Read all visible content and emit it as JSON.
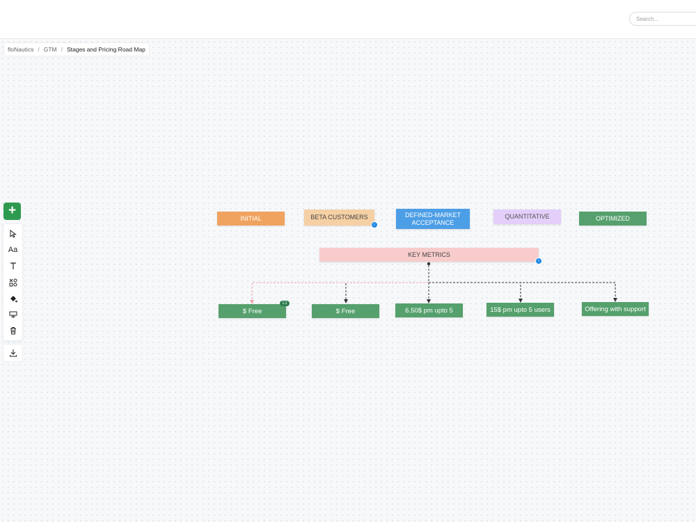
{
  "header": {
    "search_placeholder": "Search..."
  },
  "breadcrumb": {
    "items": [
      "floNautics",
      "GTM",
      "Stages and Pricing Road Map"
    ],
    "separator": "/"
  },
  "toolbar": {
    "add_label": "+",
    "text_style_label": "Aa",
    "tools": [
      "pointer-icon",
      "text-style-icon",
      "text-icon",
      "shapes-icon",
      "fill-icon",
      "card-icon",
      "trash-icon"
    ],
    "export": "download-icon"
  },
  "diagram": {
    "stages": {
      "initial": "INITIAL",
      "beta": "BETA CUSTOMERS",
      "defined": "DEFINED-MARKET ACCEPTANCE",
      "quantitative": "QUANTITATIVE",
      "optimized": "OPTIMIZED"
    },
    "key_metrics": "KEY METRICS",
    "prices": [
      "$ Free",
      "$ Free",
      "6.50$ pm upto 5",
      "15$ pm upto 5 users",
      "Offering with support"
    ],
    "badge": "1.2",
    "info_marker": "i"
  },
  "colors": {
    "initial": "#f0a35e",
    "beta": "#f5d0a4",
    "defined": "#4c9ee6",
    "quantitative": "#e3cffa",
    "optimized": "#55a06c",
    "key_metrics": "#f7cccb",
    "price": "#55a06c",
    "accent": "#2e9a4f"
  }
}
